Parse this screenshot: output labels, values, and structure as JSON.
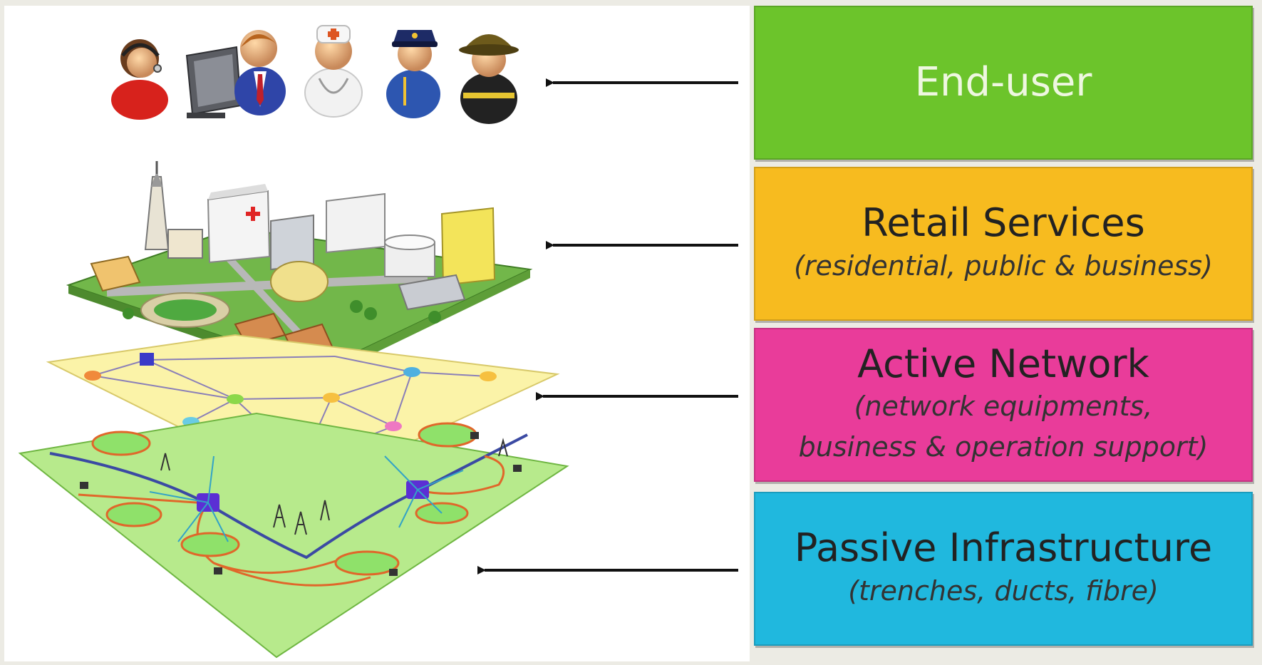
{
  "layers": {
    "end_user": {
      "title": "End-user",
      "color": "#6cc42b"
    },
    "retail": {
      "title": "Retail Services",
      "subtitle": "(residential, public & business)",
      "color": "#f7bb1f"
    },
    "active": {
      "title": "Active Network",
      "subtitle_line1": "(network equipments,",
      "subtitle_line2": "business & operation support)",
      "color": "#e93c9a"
    },
    "passive": {
      "title": "Passive Infrastructure",
      "subtitle": "(trenches, ducts, fibre)",
      "color": "#20b8de"
    }
  },
  "illustrations": {
    "users": [
      "woman-with-headset-icon",
      "man-at-computer-icon",
      "doctor-icon",
      "police-officer-icon",
      "firefighter-icon"
    ],
    "city": "city-layer-illustration",
    "network": "active-network-plane-illustration",
    "infrastructure": "passive-infrastructure-plane-illustration"
  }
}
